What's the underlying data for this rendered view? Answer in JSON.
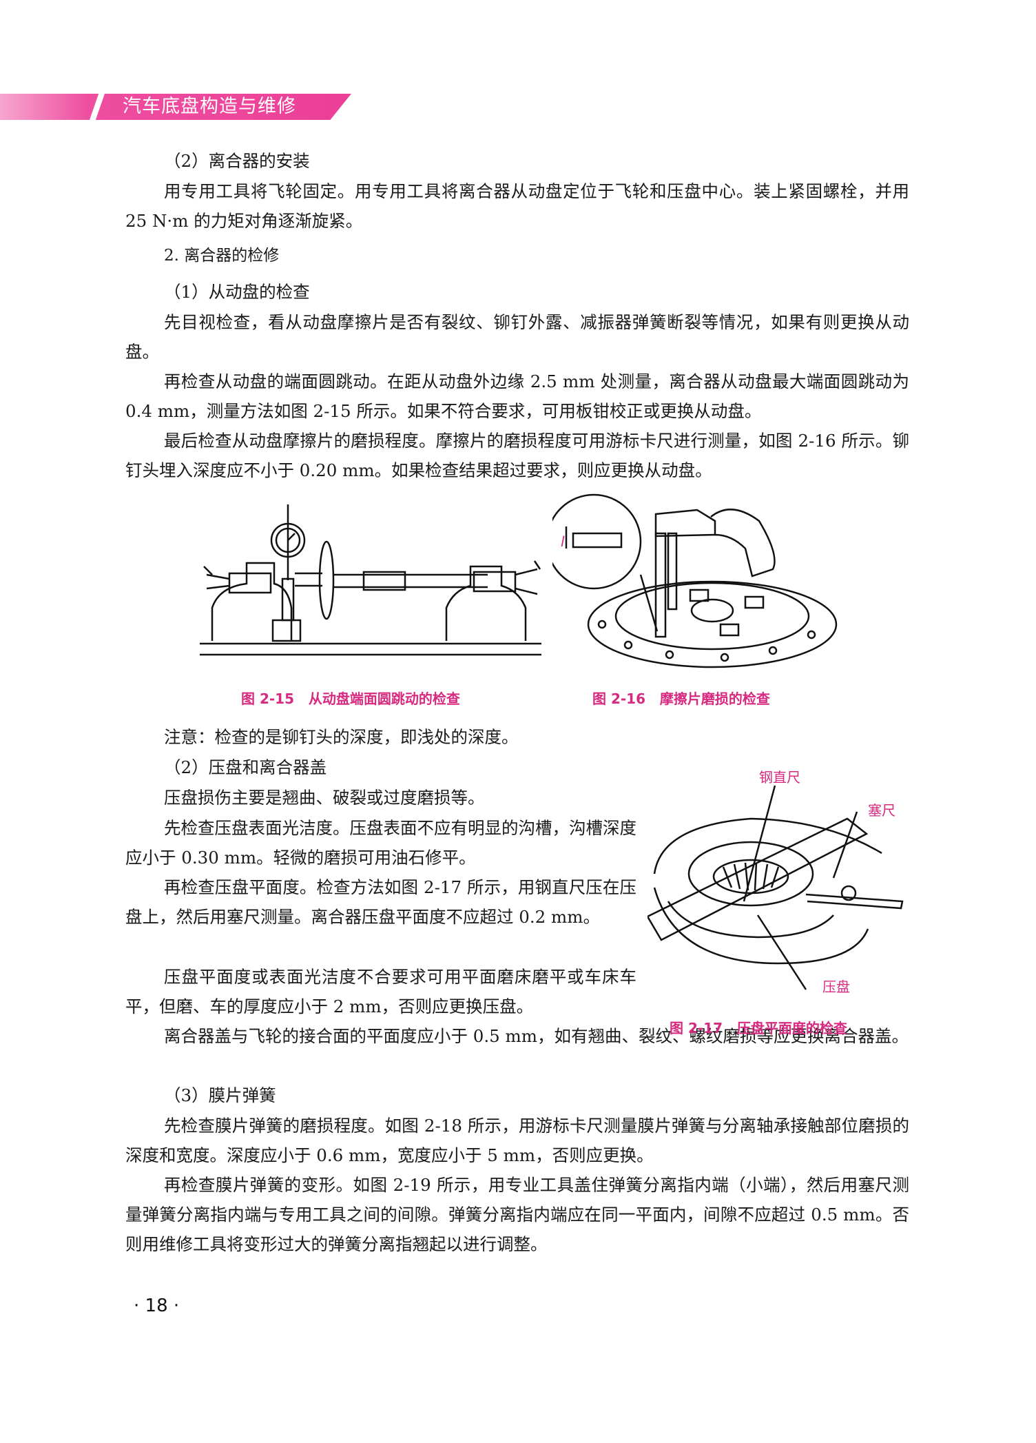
{
  "header": {
    "title": "汽车底盘构造与维修"
  },
  "content": {
    "p1": "（2）离合器的安装",
    "p2": "用专用工具将飞轮固定。用专用工具将离合器从动盘定位于飞轮和压盘中心。装上紧固螺栓，并用 25 N·m 的力矩对角逐渐旋紧。",
    "p3": "2. 离合器的检修",
    "p4": "（1）从动盘的检查",
    "p5": "先目视检查，看从动盘摩擦片是否有裂纹、铆钉外露、减振器弹簧断裂等情况，如果有则更换从动盘。",
    "p6": "再检查从动盘的端面圆跳动。在距从动盘外边缘 2.5 mm 处测量，离合器从动盘最大端面圆跳动为 0.4 mm，测量方法如图 2-15 所示。如果不符合要求，可用板钳校正或更换从动盘。",
    "p7": "最后检查从动盘摩擦片的磨损程度。摩擦片的磨损程度可用游标卡尺进行测量，如图 2-16 所示。铆钉头埋入深度应不小于 0.20 mm。如果检查结果超过要求，则应更换从动盘。",
    "p8": "注意：检查的是铆钉头的深度，即浅处的深度。",
    "p9": "（2）压盘和离合器盖",
    "p10": "压盘损伤主要是翘曲、破裂或过度磨损等。",
    "p11": "先检查压盘表面光洁度。压盘表面不应有明显的沟槽，沟槽深度应小于 0.30 mm。轻微的磨损可用油石修平。",
    "p12": "再检查压盘平面度。检查方法如图 2-17 所示，用钢直尺压在压盘上，然后用塞尺测量。离合器压盘平面度不应超过 0.2 mm。",
    "p13": "压盘平面度或表面光洁度不合要求可用平面磨床磨平或车床车平，但磨、车的厚度应小于 2 mm，否则应更换压盘。",
    "p14": "离合器盖与飞轮的接合面的平面度应小于 0.5 mm，如有翘曲、裂纹、螺纹磨损等应更换离合器盖。",
    "p15": "（3）膜片弹簧",
    "p16": "先检查膜片弹簧的磨损程度。如图 2-18 所示，用游标卡尺测量膜片弹簧与分离轴承接触部位磨损的深度和宽度。深度应小于 0.6 mm，宽度应小于 5 mm，否则应更换。",
    "p17": "再检查膜片弹簧的变形。如图 2-19 所示，用专业工具盖住弹簧分离指内端（小端），然后用塞尺测量弹簧分离指内端与专用工具之间的间隙。弹簧分离指内端应在同一平面内，间隙不应超过 0.5 mm。否则用维修工具将变形过大的弹簧分离指翘起以进行调整。"
  },
  "figures": {
    "fig15_caption": "图 2-15   从动盘端面圆跳动的检查",
    "fig16_caption": "图 2-16   摩擦片磨损的检查",
    "fig16_label_l": "l",
    "fig17_caption": "图 2-17   压盘平面度的检查",
    "fig17_label_ruler": "钢直尺",
    "fig17_label_feeler": "塞尺",
    "fig17_label_plate": "压盘"
  },
  "footer": {
    "page_number": "· 18 ·"
  },
  "colors": {
    "accent": "#ec3f97",
    "caption": "#d6297f"
  }
}
